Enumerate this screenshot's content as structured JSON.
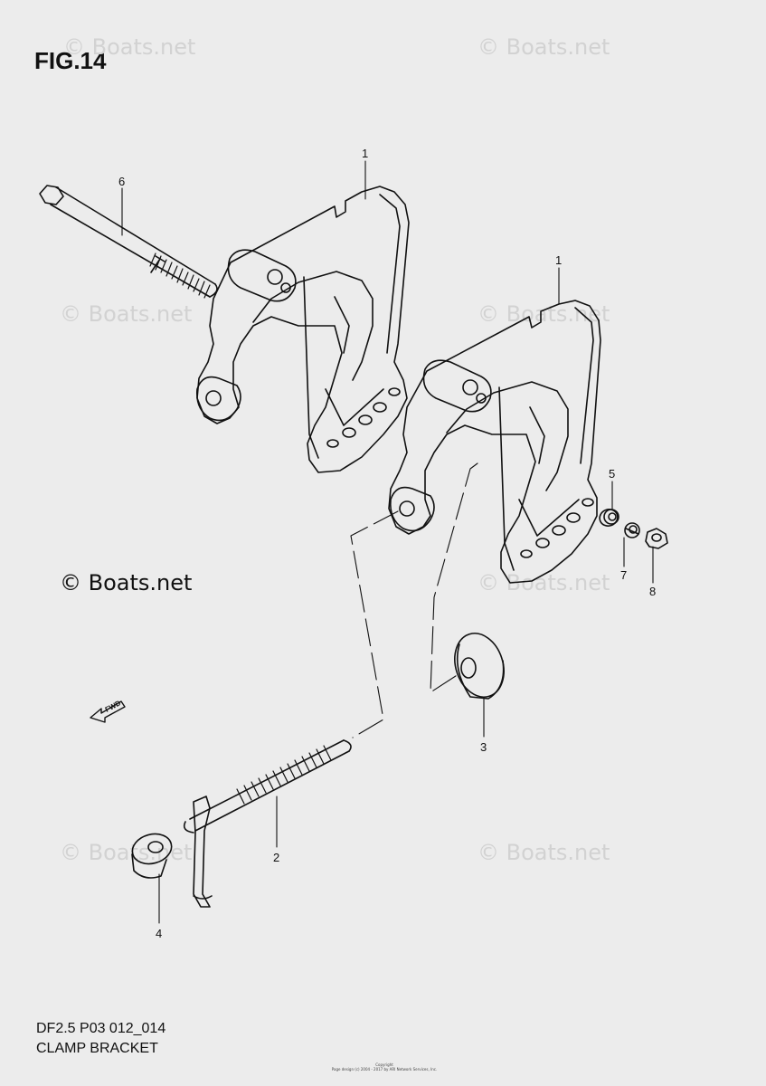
{
  "figure": {
    "title": "FIG.14",
    "code": "DF2.5 P03 012_014",
    "caption": "CLAMP BRACKET"
  },
  "watermark": {
    "text": "© Boats.net",
    "faint_color": "#d2d2d2",
    "strong_color": "#111111"
  },
  "copyright": {
    "line1": "Copyright",
    "line2": "Page design (c) 2004 - 2017 by ARI Network Services, Inc."
  },
  "direction_arrow": {
    "label": "FWD"
  },
  "parts": [
    {
      "callout": "1",
      "part": "clamp-bracket-left"
    },
    {
      "callout": "1",
      "part": "clamp-bracket-right"
    },
    {
      "callout": "2",
      "part": "clamp-screw"
    },
    {
      "callout": "3",
      "part": "clamp-plate"
    },
    {
      "callout": "4",
      "part": "clamp-screw-bushing"
    },
    {
      "callout": "5",
      "part": "washer"
    },
    {
      "callout": "6",
      "part": "through-bolt"
    },
    {
      "callout": "7",
      "part": "spring-washer"
    },
    {
      "callout": "8",
      "part": "nut"
    }
  ],
  "colors": {
    "background": "#ececec",
    "line": "#111111"
  }
}
